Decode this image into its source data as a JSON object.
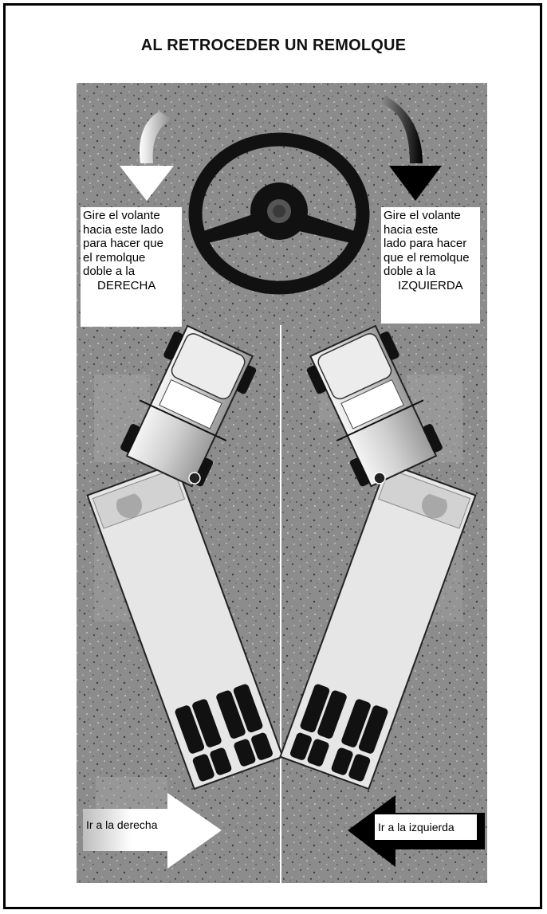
{
  "title": "AL RETROCEDER UN REMOLQUE",
  "left_instruction": {
    "lines": [
      "Gire el volante",
      "hacia este lado",
      "para hacer que",
      "el remolque",
      "doble a la"
    ],
    "direction": "DERECHA"
  },
  "right_instruction": {
    "lines": [
      "Gire el volante",
      "hacia este",
      "lado para hacer",
      "que el remolque",
      "doble a la"
    ],
    "direction": "IZQUIERDA"
  },
  "left_arrow_label": "Ir a la derecha",
  "right_arrow_label": "Ir a la izquierda",
  "colors": {
    "road": "#8c8c8c",
    "speckle_dark": "#4a4a4a",
    "speckle_light": "#c8c8c8",
    "wheel": "#111111",
    "trailer": "#e6e6e6",
    "cab": "#d8d8d8"
  },
  "icons": [
    "steering-wheel-icon",
    "curved-arrow-white-icon",
    "curved-arrow-black-icon",
    "truck-trailer-left-icon",
    "truck-trailer-right-icon",
    "right-arrow-icon",
    "left-arrow-icon"
  ]
}
